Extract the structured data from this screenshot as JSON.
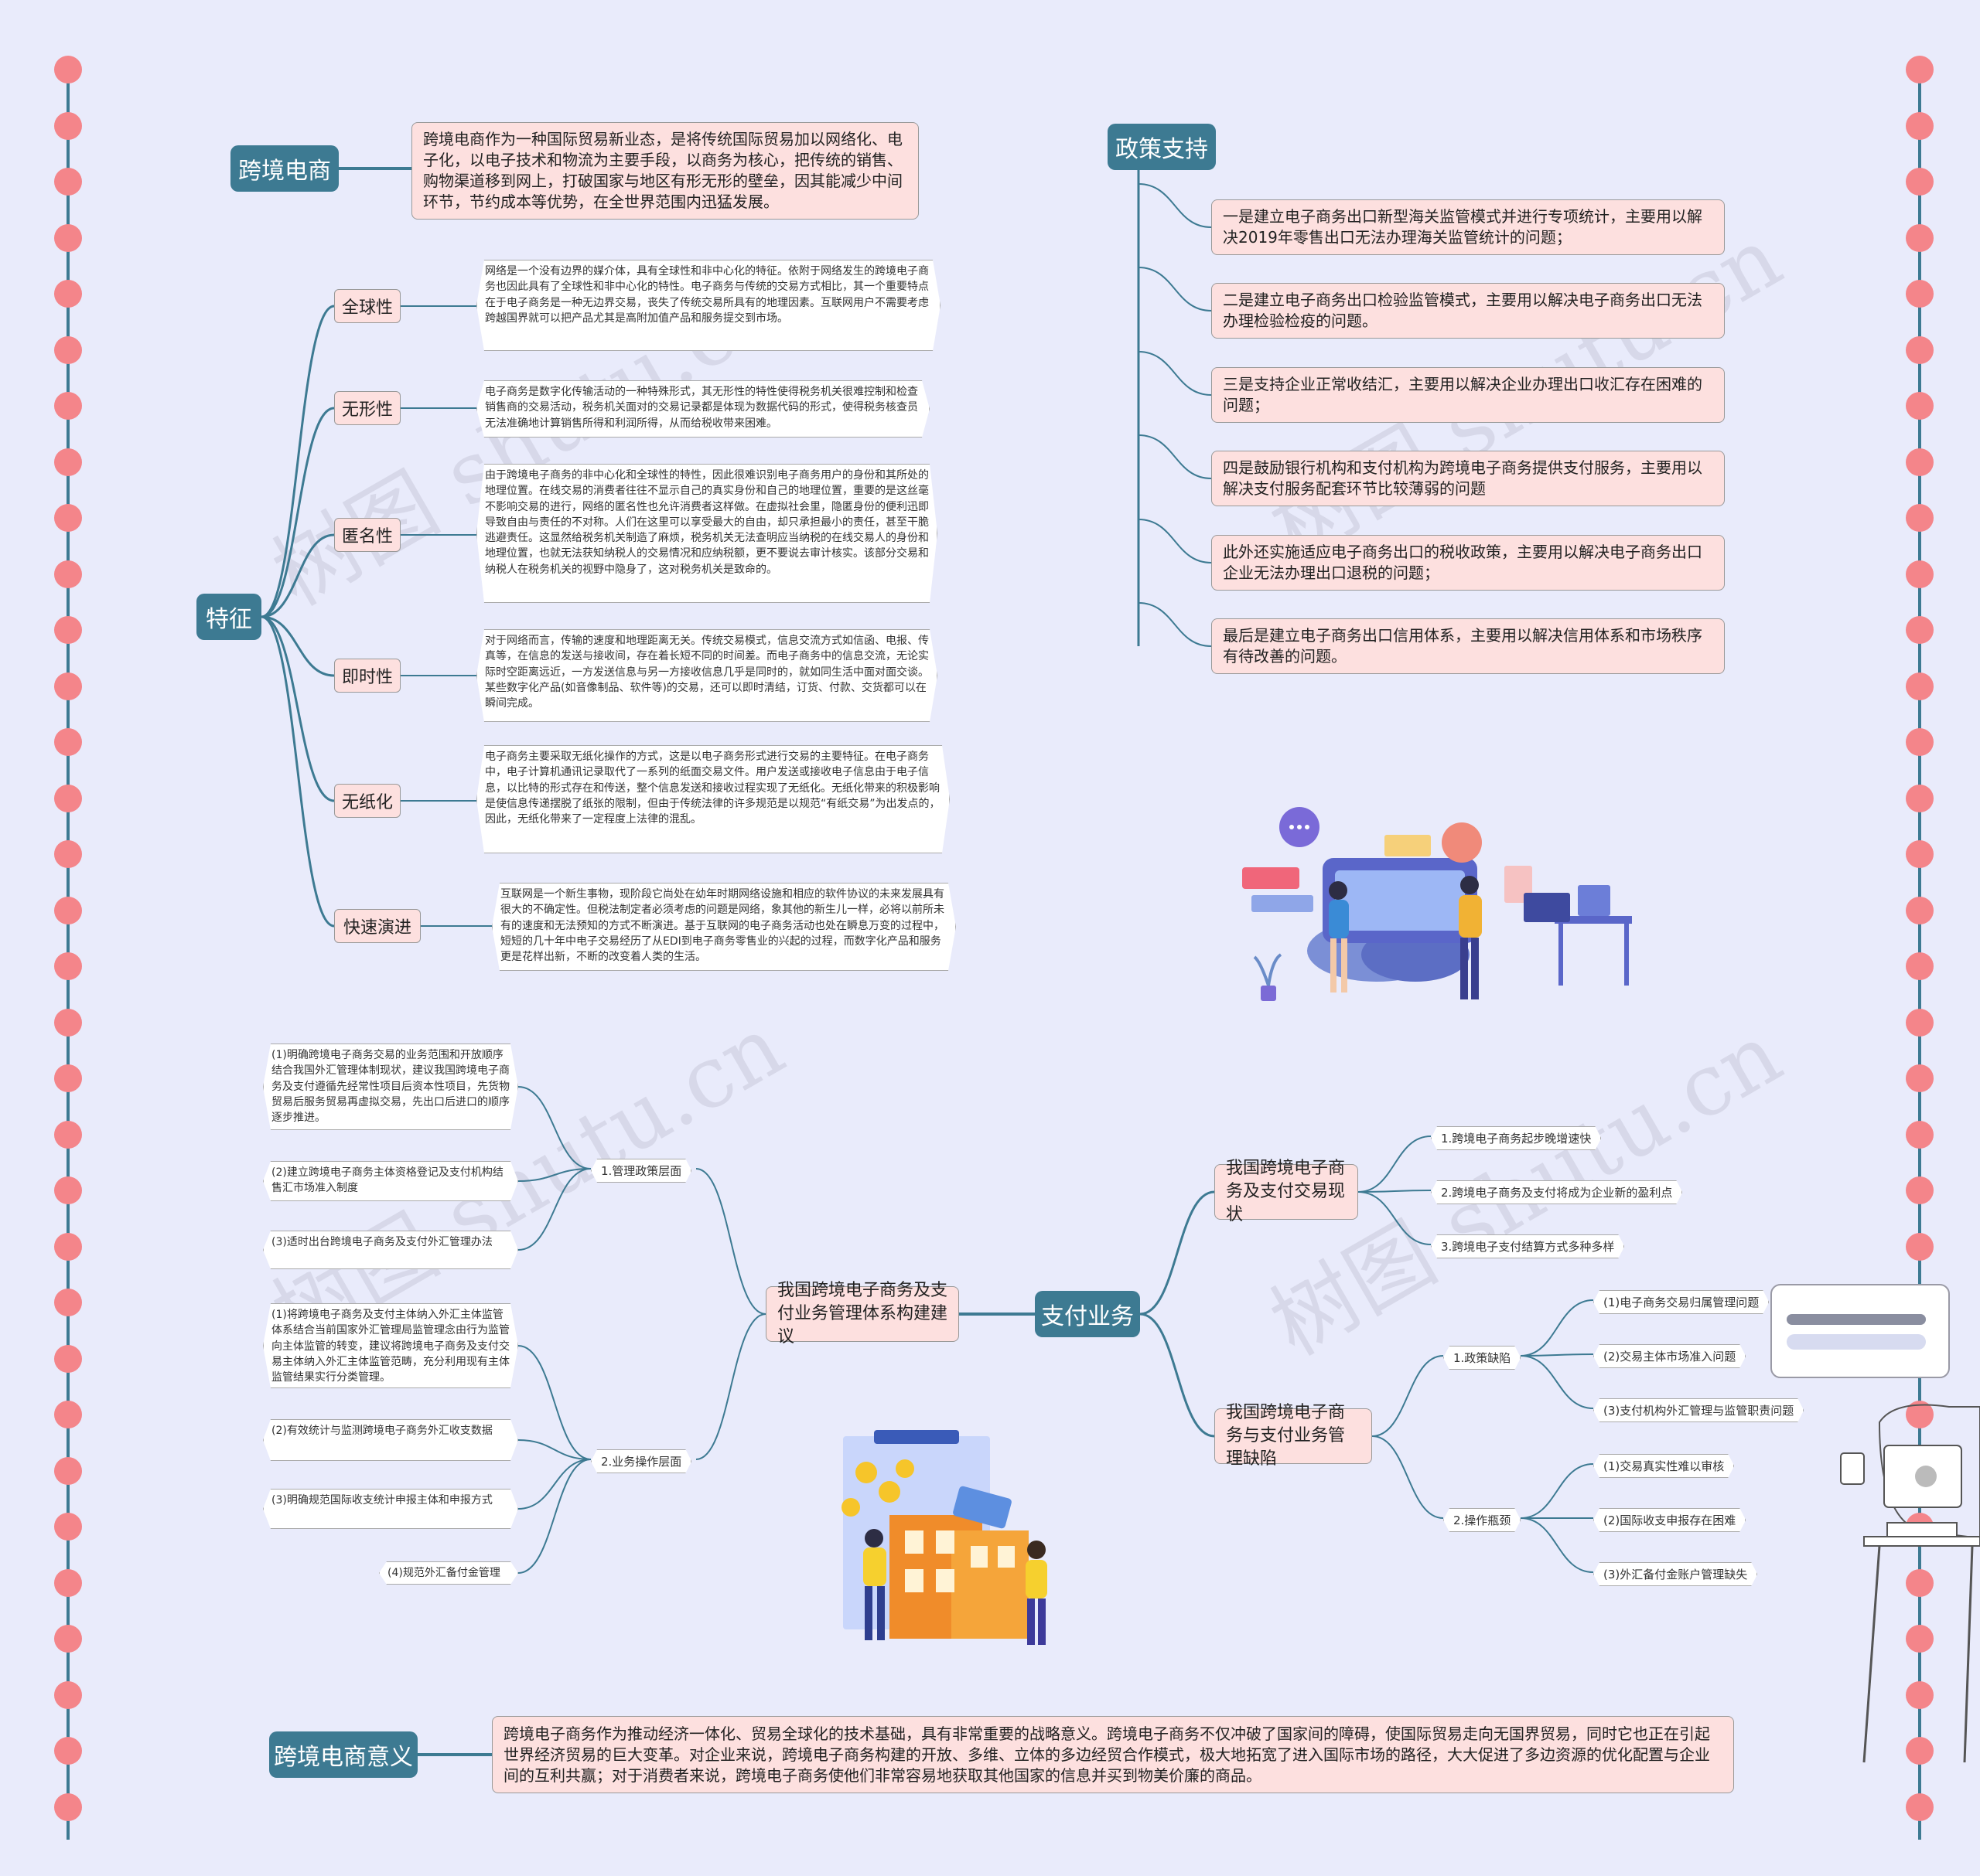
{
  "colors": {
    "main": "#3d7a92",
    "sub": "#fde0df",
    "line": "#3d7a92",
    "dot": "#f4858a",
    "bg": "#e9ebfb"
  },
  "watermark": "树图 shutu.cn",
  "kuajing": {
    "title": "跨境电商",
    "text": "跨境电商作为一种国际贸易新业态，是将传统国际贸易加以网络化、电子化，以电子技术和物流为主要手段，以商务为核心，把传统的销售、购物渠道移到网上，打破国家与地区有形无形的壁垒，因其能减少中间环节，节约成本等优势，在全世界范围内迅猛发展。"
  },
  "features": {
    "title": "特征",
    "items": [
      {
        "label": "全球性",
        "text": "网络是一个没有边界的媒介体，具有全球性和非中心化的特征。依附于网络发生的跨境电子商务也因此具有了全球性和非中心化的特性。电子商务与传统的交易方式相比，其一个重要特点在于电子商务是一种无边界交易，丧失了传统交易所具有的地理因素。互联网用户不需要考虑跨越国界就可以把产品尤其是高附加值产品和服务提交到市场。"
      },
      {
        "label": "无形性",
        "text": "电子商务是数字化传输活动的一种特殊形式，其无形性的特性使得税务机关很难控制和检查销售商的交易活动，税务机关面对的交易记录都是体现为数据代码的形式，使得税务核查员无法准确地计算销售所得和利润所得，从而给税收带来困难。"
      },
      {
        "label": "匿名性",
        "text": "由于跨境电子商务的非中心化和全球性的特性，因此很难识别电子商务用户的身份和其所处的地理位置。在线交易的消费者往往不显示自己的真实身份和自己的地理位置，重要的是这丝毫不影响交易的进行，网络的匿名性也允许消费者这样做。在虚拟社会里，隐匿身份的便利迅即导致自由与责任的不对称。人们在这里可以享受最大的自由，却只承担最小的责任，甚至干脆逃避责任。这显然给税务机关制造了麻烦，税务机关无法查明应当纳税的在线交易人的身份和地理位置，也就无法获知纳税人的交易情况和应纳税额，更不要说去审计核实。该部分交易和纳税人在税务机关的视野中隐身了，这对税务机关是致命的。"
      },
      {
        "label": "即时性",
        "text": "对于网络而言，传输的速度和地理距离无关。传统交易模式，信息交流方式如信函、电报、传真等，在信息的发送与接收间，存在着长短不同的时间差。而电子商务中的信息交流，无论实际时空距离远近，一方发送信息与另一方接收信息几乎是同时的，就如同生活中面对面交谈。某些数字化产品(如音像制品、软件等)的交易，还可以即时清结，订货、付款、交货都可以在瞬间完成。"
      },
      {
        "label": "无纸化",
        "text": "电子商务主要采取无纸化操作的方式，这是以电子商务形式进行交易的主要特征。在电子商务中，电子计算机通讯记录取代了一系列的纸面交易文件。用户发送或接收电子信息由于电子信息，以比特的形式存在和传送，整个信息发送和接收过程实现了无纸化。无纸化带来的积极影响是使信息传递摆脱了纸张的限制，但由于传统法律的许多规范是以规范“有纸交易”为出发点的，因此，无纸化带来了一定程度上法律的混乱。"
      },
      {
        "label": "快速演进",
        "text": "互联网是一个新生事物，现阶段它尚处在幼年时期网络设施和相应的软件协议的未来发展具有很大的不确定性。但税法制定者必须考虑的问题是网络，象其他的新生儿一样，必将以前所未有的速度和无法预知的方式不断演进。基于互联网的电子商务活动也处在瞬息万变的过程中，短短的几十年中电子交易经历了从EDI到电子商务零售业的兴起的过程，而数字化产品和服务更是花样出新，不断的改变着人类的生活。"
      }
    ]
  },
  "policy": {
    "title": "政策支持",
    "items": [
      "一是建立电子商务出口新型海关监管模式并进行专项统计，主要用以解决2019年零售出口无法办理海关监管统计的问题；",
      "二是建立电子商务出口检验监管模式，主要用以解决电子商务出口无法办理检验检疫的问题。",
      "三是支持企业正常收结汇，主要用以解决企业办理出口收汇存在困难的问题；",
      "四是鼓励银行机构和支付机构为跨境电子商务提供支付服务，主要用以解决支付服务配套环节比较薄弱的问题",
      "此外还实施适应电子商务出口的税收政策，主要用以解决电子商务出口企业无法办理出口退税的问题；",
      "最后是建立电子商务出口信用体系，主要用以解决信用体系和市场秩序有待改善的问题。"
    ]
  },
  "payment": {
    "title": "支付业务",
    "system": {
      "title": "我国跨境电子商务及支付业务管理体系构建建议",
      "groups": [
        {
          "label": "1.管理政策层面",
          "items": [
            "(1)明确跨境电子商务交易的业务范围和开放顺序结合我国外汇管理体制现状，建议我国跨境电子商务及支付遵循先经常性项目后资本性项目，先货物贸易后服务贸易再虚拟交易，先出口后进口的顺序逐步推进。",
            "(2)建立跨境电子商务主体资格登记及支付机构结售汇市场准入制度",
            "(3)适时出台跨境电子商务及支付外汇管理办法"
          ]
        },
        {
          "label": "2.业务操作层面",
          "items": [
            "(1)将跨境电子商务及支付主体纳入外汇主体监管体系结合当前国家外汇管理局监管理念由行为监管向主体监管的转变，建议将跨境电子商务及支付交易主体纳入外汇主体监管范畴，充分利用现有主体监管结果实行分类管理。",
            "(2)有效统计与监测跨境电子商务外汇收支数据",
            "(3)明确规范国际收支统计申报主体和申报方式",
            "(4)规范外汇备付金管理"
          ]
        }
      ]
    },
    "status": {
      "title": "我国跨境电子商务及支付交易现状",
      "items": [
        "1.跨境电子商务起步晚增速快",
        "2.跨境电子商务及支付将成为企业新的盈利点",
        "3.跨境电子支付结算方式多种多样"
      ]
    },
    "defects": {
      "title": "我国跨境电子商务与支付业务管理缺陷",
      "groups": [
        {
          "label": "1.政策缺陷",
          "items": [
            "(1)电子商务交易归属管理问题",
            "(2)交易主体市场准入问题",
            "(3)支付机构外汇管理与监管职责问题"
          ]
        },
        {
          "label": "2.操作瓶颈",
          "items": [
            "(1)交易真实性难以审核",
            "(2)国际收支申报存在困难",
            "(3)外汇备付金账户管理缺失"
          ]
        }
      ]
    }
  },
  "meaning": {
    "title": "跨境电商意义",
    "text": "跨境电子商务作为推动经济一体化、贸易全球化的技术基础，具有非常重要的战略意义。跨境电子商务不仅冲破了国家间的障碍，使国际贸易走向无国界贸易，同时它也正在引起世界经济贸易的巨大变革。对企业来说，跨境电子商务构建的开放、多维、立体的多边经贸合作模式，极大地拓宽了进入国际市场的路径，大大促进了多边资源的优化配置与企业间的互利共赢；对于消费者来说，跨境电子商务使他们非常容易地获取其他国家的信息并买到物美价廉的商品。"
  }
}
